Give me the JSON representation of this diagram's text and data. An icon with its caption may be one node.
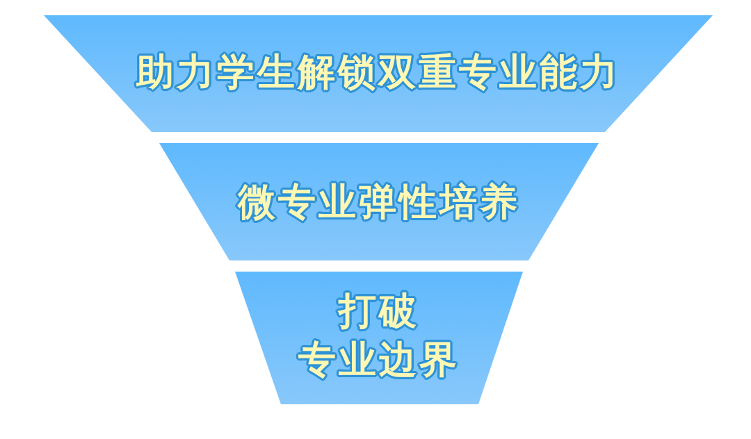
{
  "diagram": {
    "nodes": [
      {
        "text": [
          "助力学生解锁双重专业能力"
        ]
      },
      {
        "text": [
          "微专业弹性培养"
        ]
      },
      {
        "text": [
          "打破专业边界"
        ]
      }
    ]
  }
}
